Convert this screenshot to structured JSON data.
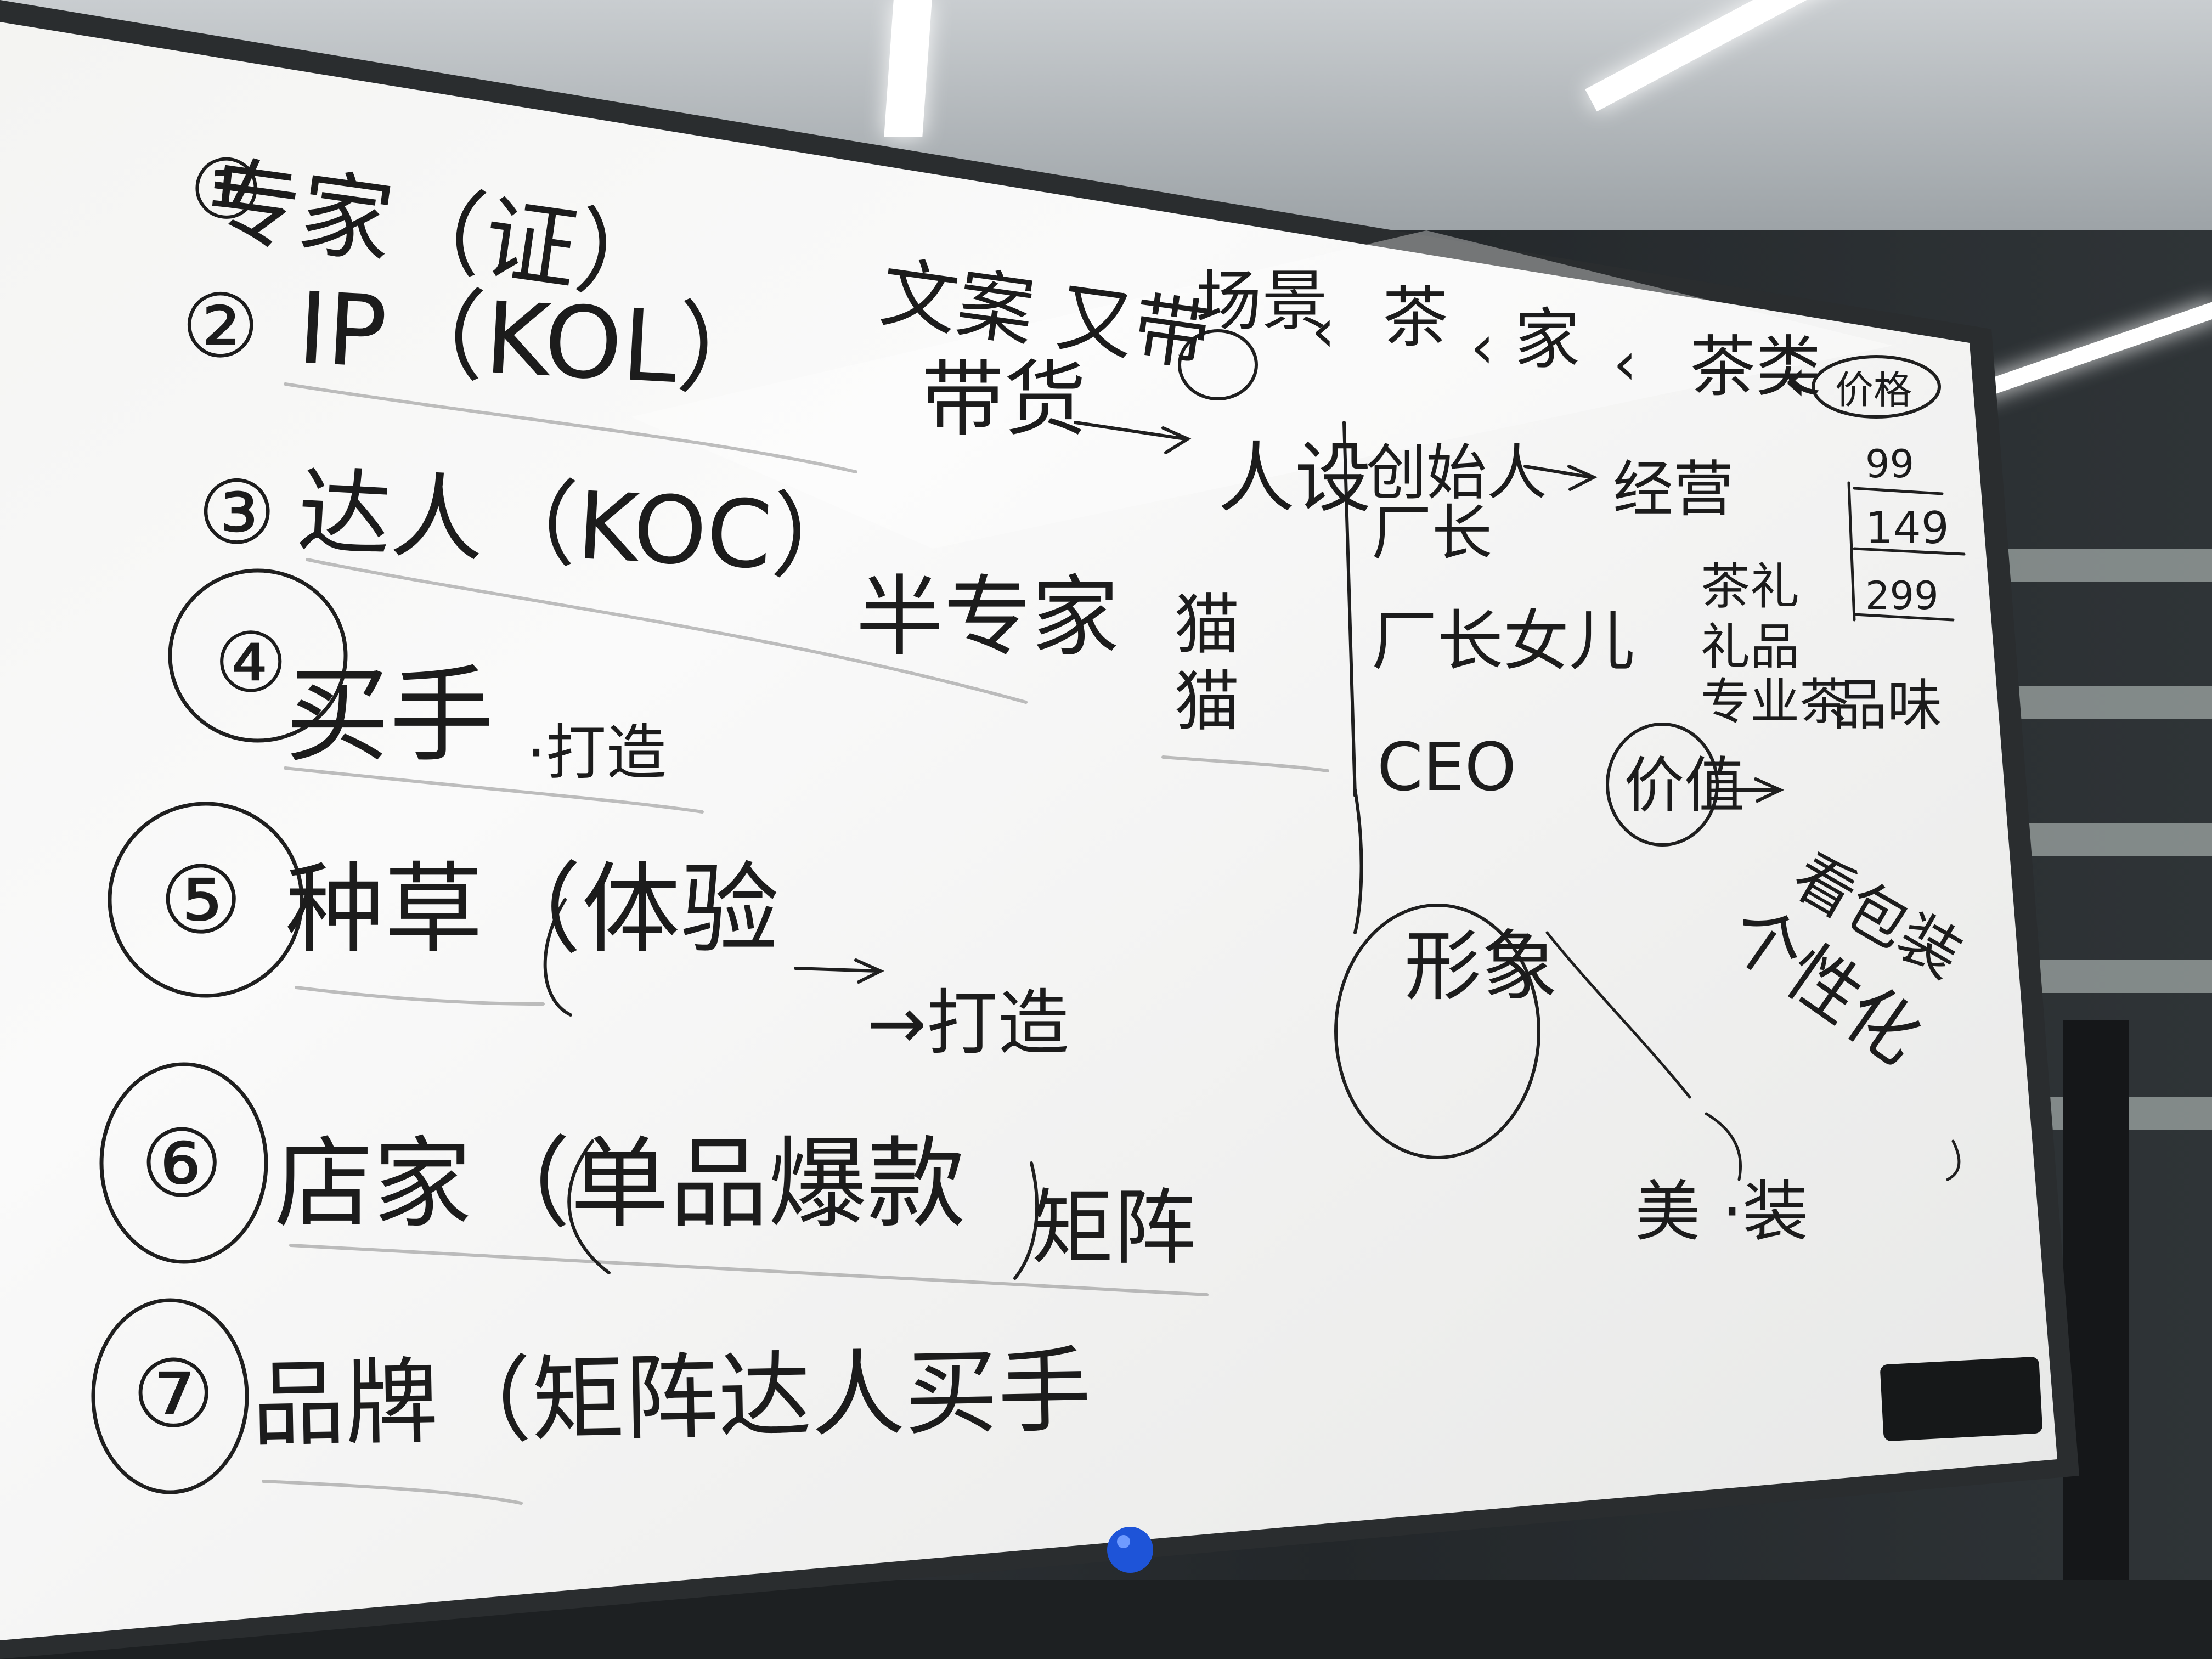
{
  "whiteboard": {
    "left_list": [
      {
        "num": "①",
        "text": "专家（证）"
      },
      {
        "num": "②",
        "text": "IP（KOL）"
      },
      {
        "num": "③",
        "text": "达人（KOC）"
      },
      {
        "num": "④",
        "text": "买手"
      },
      {
        "num": "⑤",
        "text": "种草（体验"
      },
      {
        "num": "⑥",
        "text": "店家（单品爆款"
      },
      {
        "num": "⑦",
        "text": "品牌（矩阵达人买手"
      }
    ],
    "side_notes": {
      "daihuo": "带货",
      "banzhuanjia": "半专家",
      "mai_note": "·打造",
      "tiyan_arrow": "→打造",
      "juzhen": "矩阵"
    },
    "top_row": "文案 又带",
    "chain": [
      "场景",
      "茶",
      "家",
      "茶类"
    ],
    "price_circle": "价格",
    "renshe": "人设",
    "renshe_roles": [
      "创始人",
      "厂长",
      "厂长女儿",
      "CEO"
    ],
    "renshe_left": [
      "猫",
      "猫"
    ],
    "xingxiang": "形象",
    "jingying": "经营",
    "chaoli": "茶礼",
    "chaoli_items": [
      "礼品",
      "专业茶"
    ],
    "pinwei": "品味",
    "prices": [
      "99",
      "149",
      "299"
    ],
    "jiazhi": "价值",
    "jiazhi_items": [
      "看包装",
      "个性化"
    ],
    "bottom_right": "美 ·装"
  }
}
